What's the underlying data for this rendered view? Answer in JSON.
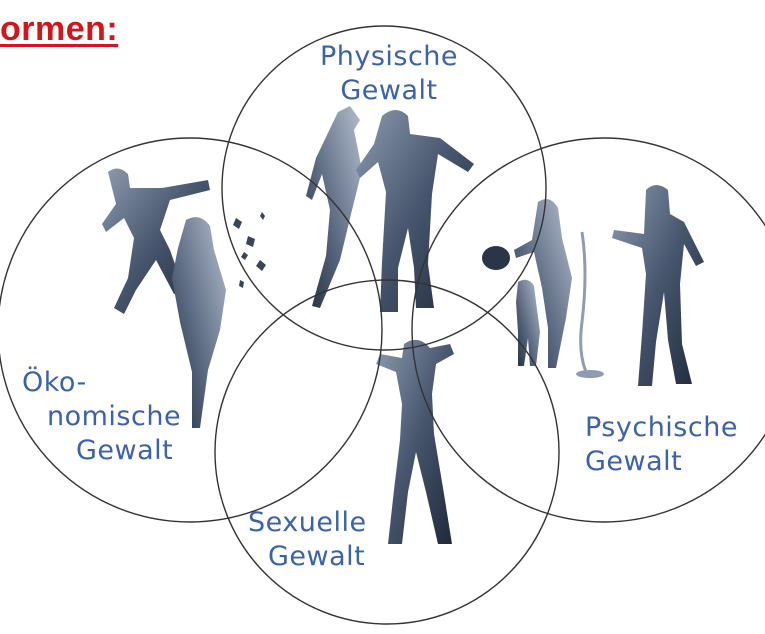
{
  "heading": "ormen:",
  "circles": {
    "physisch": [
      "Physische",
      "Gewalt"
    ],
    "oekonomisch": [
      "Öko-",
      "nomische",
      "Gewalt"
    ],
    "psychisch": [
      "Psychische",
      "Gewalt"
    ],
    "sexuell": [
      "Sexuelle",
      "Gewalt"
    ]
  },
  "colors": {
    "heading": "#d3161b",
    "label": "#3b62b0",
    "circle_stroke": "#333333",
    "figure_dark": "#1e2838",
    "figure_mid": "#47566e",
    "figure_light": "#8e9bb0"
  }
}
